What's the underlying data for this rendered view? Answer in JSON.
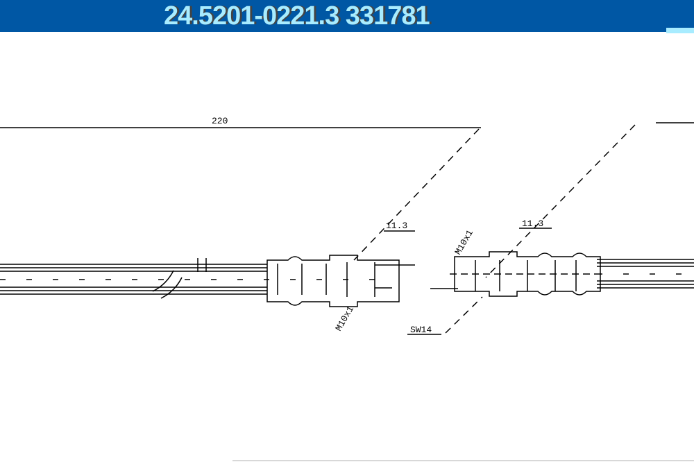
{
  "header": {
    "title": "24.5201-0221.3  331781",
    "bg": "#0057a4",
    "text_color": "#a8ecff"
  },
  "drawing": {
    "length_label": "220",
    "dim_left": "11.3",
    "dim_right": "11.3",
    "thread_left": "M10x1",
    "thread_right": "M10x1",
    "wrench_size": "SW14"
  }
}
